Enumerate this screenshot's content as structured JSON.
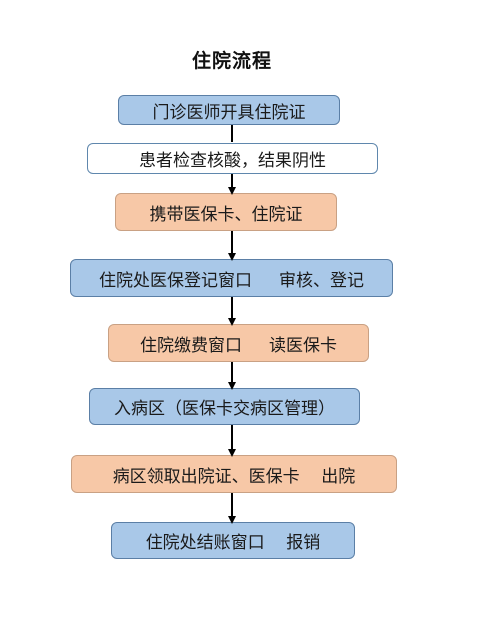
{
  "title": "住院流程",
  "steps": [
    {
      "text": "门诊医师开具住院证",
      "fill": "blue"
    },
    {
      "text": "患者检查核酸，结果阴性",
      "fill": "white"
    },
    {
      "text": "携带医保卡、住院证",
      "fill": "orange"
    },
    {
      "text": "住院处医保登记窗口     审核、登记",
      "fill": "blue"
    },
    {
      "text": "住院缴费窗口     读医保卡",
      "fill": "orange"
    },
    {
      "text": "入病区（医保卡交病区管理）",
      "fill": "blue"
    },
    {
      "text": "病区领取出院证、医保卡    出院",
      "fill": "orange"
    },
    {
      "text": "住院处结账窗口    报销",
      "fill": "blue"
    }
  ],
  "colors": {
    "blue": "#a9c8e8",
    "orange": "#f7c8a7",
    "white": "#ffffff",
    "arrow": "#000000"
  }
}
